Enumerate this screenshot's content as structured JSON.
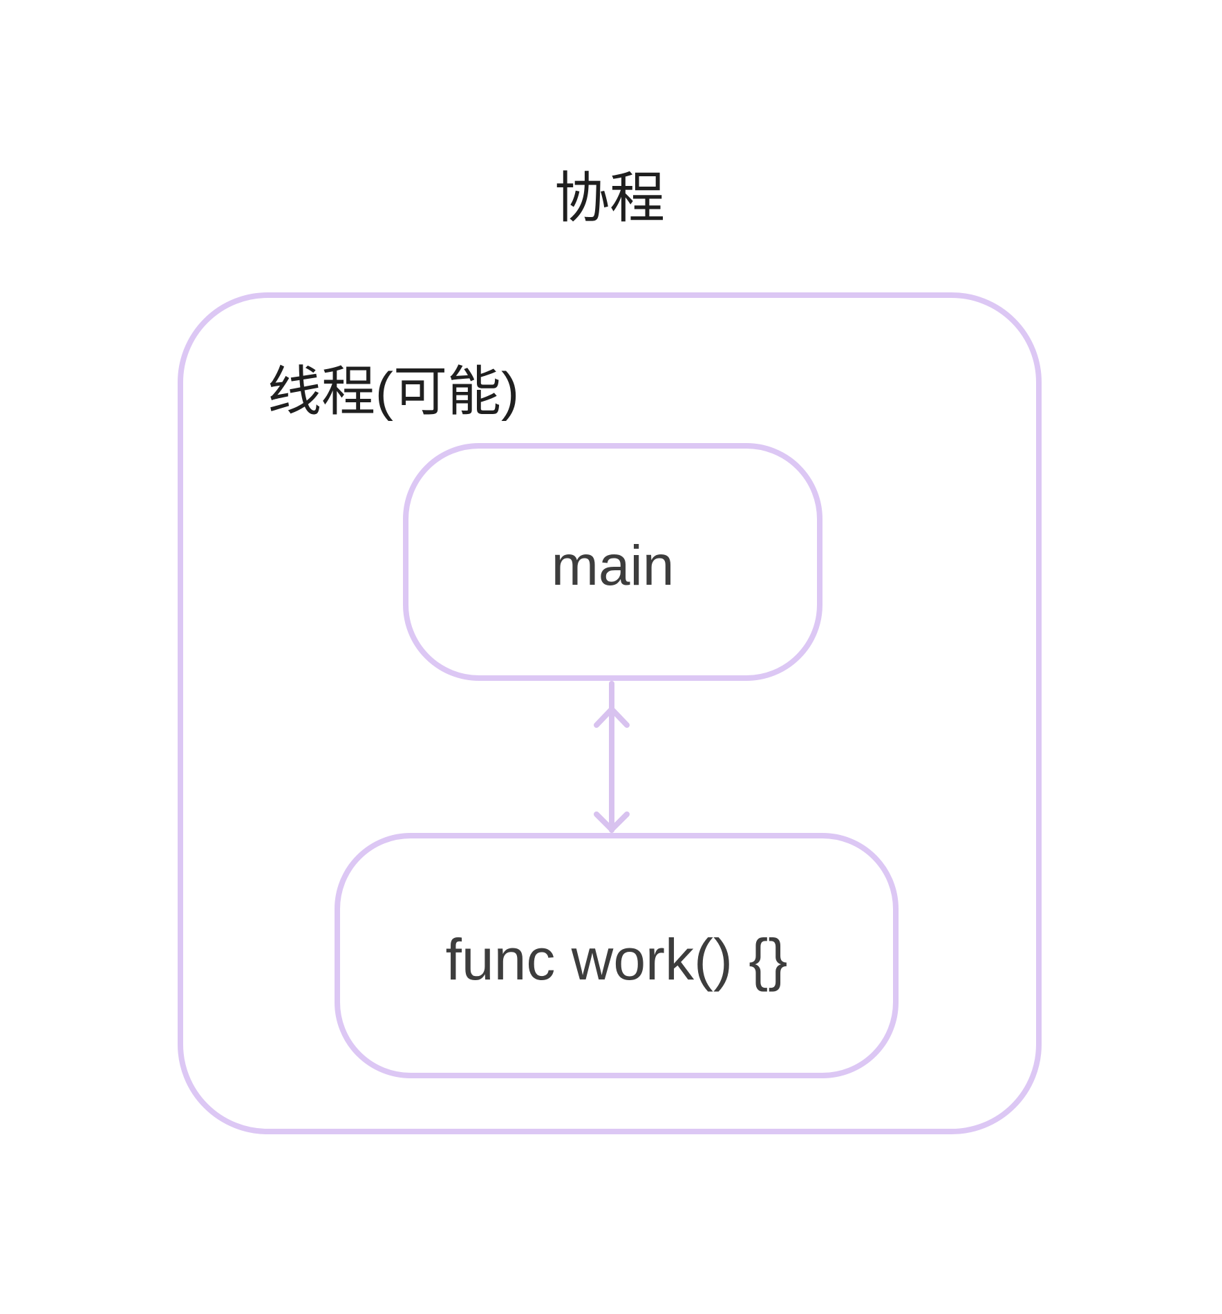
{
  "diagram": {
    "title": "协程",
    "thread_group": {
      "label": "线程(可能)"
    },
    "nodes": [
      {
        "id": "main",
        "label": "main"
      },
      {
        "id": "work",
        "label": "func work() {}"
      }
    ],
    "edges": [
      {
        "from": "main",
        "to": "work",
        "type": "vertical-double-arrow"
      }
    ],
    "colors": {
      "background": "#ffffff",
      "box_stroke": "#dcc7f4",
      "arrow_stroke": "#d8c2ef",
      "title_text": "#1f1f1f",
      "node_text": "#3d3d3d"
    }
  }
}
